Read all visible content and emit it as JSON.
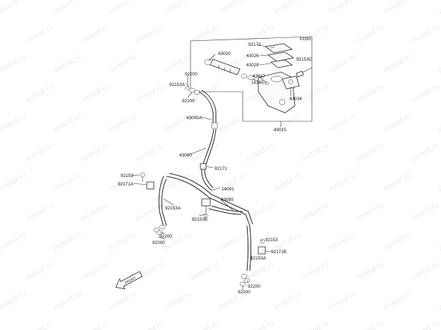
{
  "diagram_code": "F2291",
  "watermark_text": "motod.ru",
  "arrow_label": "FRONT",
  "part_labels": {
    "p92172": "92172",
    "p43020": "43020",
    "p43026": "43026",
    "p43028": "43028",
    "p92153C": "92153C",
    "p43027": "43027",
    "p16165": "16165",
    "p43034": "43034",
    "p43015": "43015",
    "p92200a": "92200",
    "p92153Aa": "92153A",
    "p92200b": "92200",
    "p43095A": "43095A",
    "p43080": "43080",
    "p92171": "92171",
    "p92153a": "92153",
    "p92171A": "92171A",
    "p14091": "14091",
    "p43095": "43095",
    "p92153Ab": "92153A",
    "p92153B": "92153B",
    "p92200c": "92200",
    "p92200d": "92200",
    "p92153b": "92153",
    "p92171B": "92171B",
    "p92153Ac": "92153A",
    "p92200e": "92200",
    "p92200f": "92200"
  },
  "colors": {
    "line": "#222222",
    "watermark": "#ececec",
    "background": "#ffffff"
  }
}
